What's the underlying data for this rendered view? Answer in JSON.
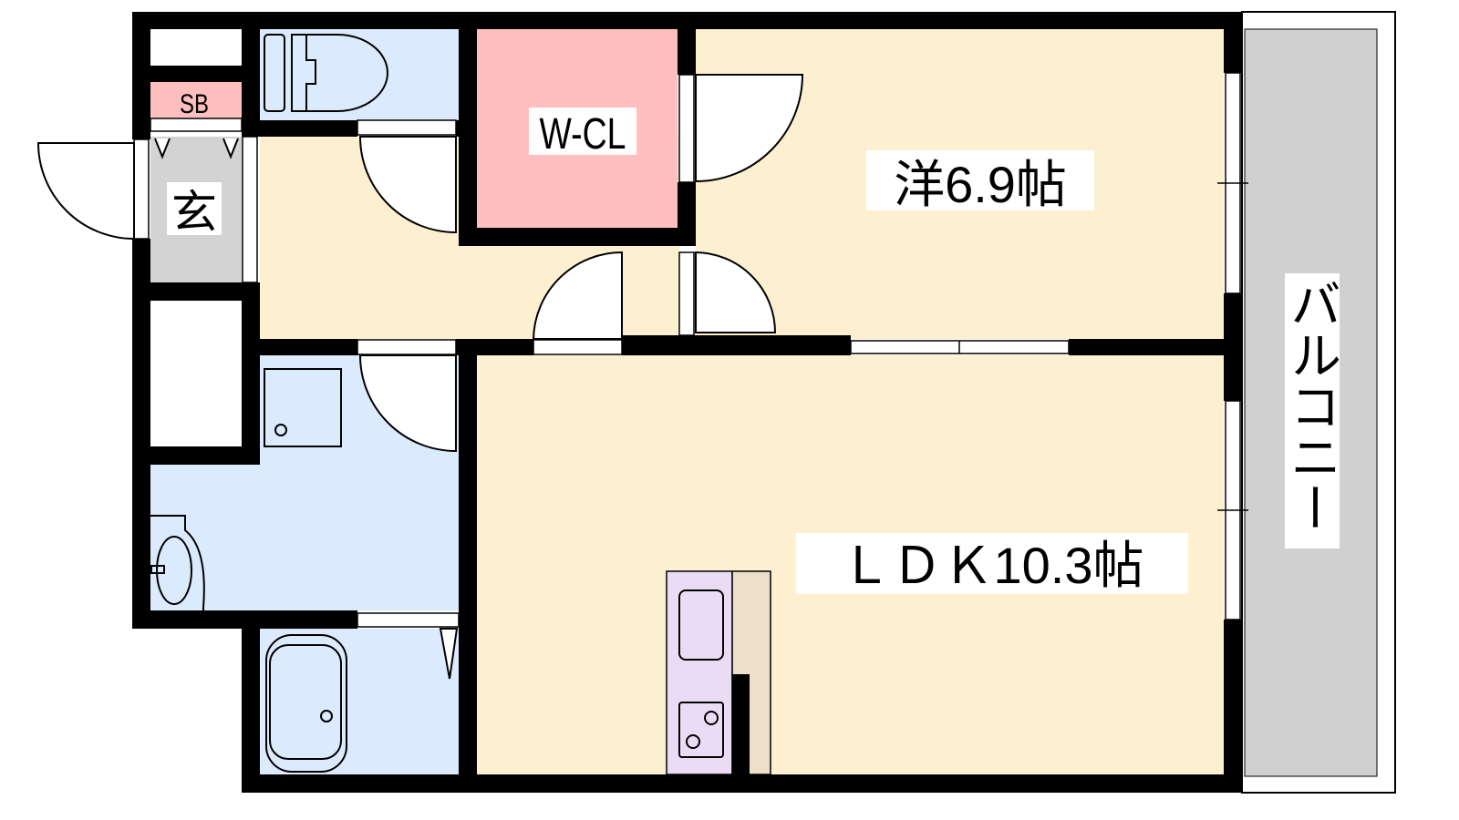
{
  "floorplan": {
    "rooms": {
      "shoebox": "SB",
      "entrance": "玄",
      "walk_in_closet": "W-CL",
      "western_room": "洋6.9帖",
      "ldk": "ＬＤＫ10.3帖",
      "balcony": "バルコニー"
    },
    "colors": {
      "wall": "#000000",
      "living": "#fdf0d0",
      "wet_area": "#dbeafd",
      "closet": "#ffbfbf",
      "entrance": "#d3d3d3",
      "balcony": "#d0d0d0",
      "kitchen": "#eadcf4",
      "counter": "#eddfc8"
    }
  }
}
